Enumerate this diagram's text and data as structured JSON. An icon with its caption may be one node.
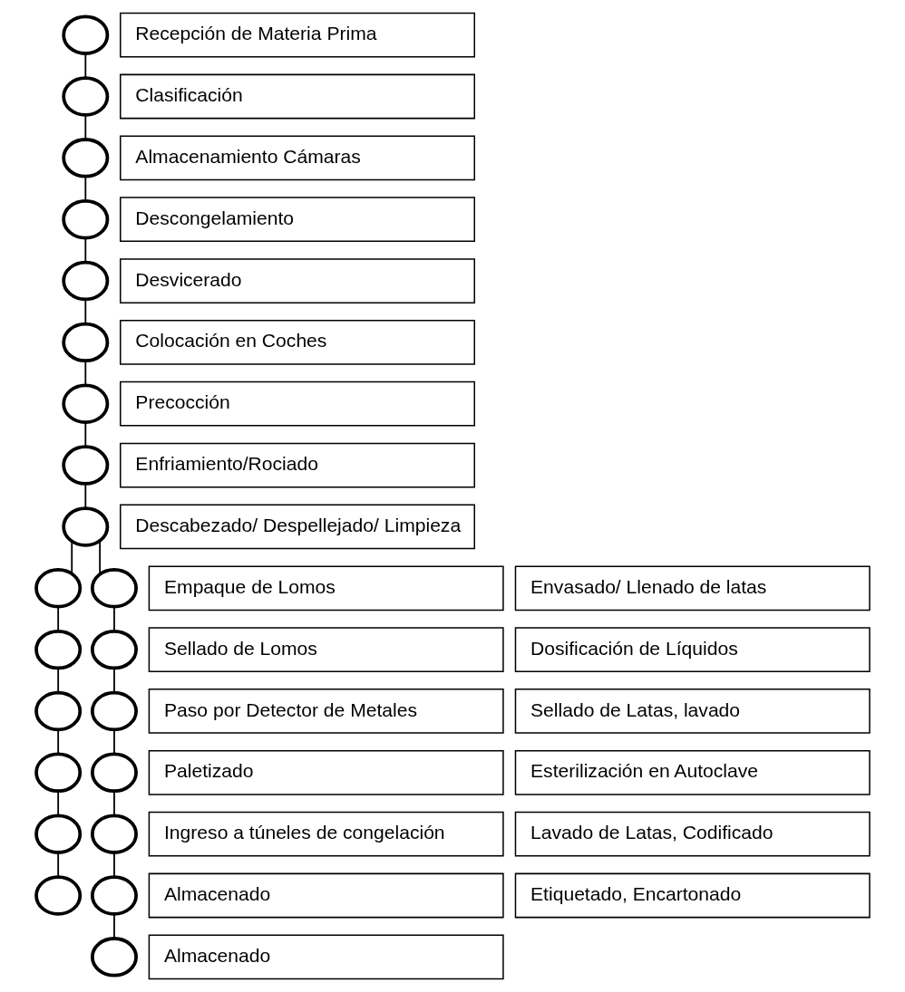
{
  "diagram": {
    "nodes": [
      {
        "text": [],
        "shape": "circle"
      },
      {
        "text": [
          "Recepción de Materia Prima"
        ]
      },
      {
        "text": [],
        "shape": "circle"
      },
      {
        "text": [
          "Clasificación"
        ]
      },
      {
        "text": [],
        "shape": "circle"
      },
      {
        "text": [
          "Almacenamiento Cámaras"
        ]
      },
      {
        "text": [],
        "shape": "circle"
      },
      {
        "text": [
          "Descongelamiento"
        ]
      },
      {
        "text": [],
        "shape": "circle"
      },
      {
        "text": [
          "Desvicerado"
        ]
      },
      {
        "text": [],
        "shape": "circle"
      },
      {
        "text": [
          "Colocación en Coches"
        ]
      },
      {
        "text": [],
        "shape": "circle"
      },
      {
        "text": [
          "Precocción"
        ]
      },
      {
        "text": [],
        "shape": "circle"
      },
      {
        "text": [
          "Enfriamiento/Rociado"
        ]
      },
      {
        "text": [],
        "shape": "circle"
      },
      {
        "text": [
          "Descabezado/ Despellejado/ Limpieza"
        ]
      },
      {
        "text": [],
        "shape": "circle"
      },
      {
        "text": [
          "Empaque de Lomos"
        ]
      },
      {
        "text": [],
        "shape": "circle"
      },
      {
        "text": [
          "Sellado de Lomos"
        ]
      },
      {
        "text": [],
        "shape": "circle"
      },
      {
        "text": [
          "Paso por Detector de Metales"
        ]
      },
      {
        "text": [],
        "shape": "circle"
      },
      {
        "text": [
          "Paletizado"
        ]
      },
      {
        "text": [],
        "shape": "circle"
      },
      {
        "text": [
          "Ingreso a túneles de congelación"
        ]
      },
      {
        "text": [],
        "shape": "circle"
      },
      {
        "text": [
          "Almacenado"
        ]
      },
      {
        "text": [],
        "shape": "circle"
      },
      {
        "text": [
          "Envasado/ Llenado de latas"
        ]
      },
      {
        "text": [],
        "shape": "circle"
      },
      {
        "text": [
          "Dosificación de Líquidos"
        ]
      },
      {
        "text": [],
        "shape": "circle"
      },
      {
        "text": [
          "Sellado de Latas, lavado"
        ]
      },
      {
        "text": [],
        "shape": "circle"
      },
      {
        "text": [
          "Esterilización en Autoclave"
        ]
      },
      {
        "text": [],
        "shape": "circle"
      },
      {
        "text": [
          "Lavado de Latas, Codificado"
        ]
      },
      {
        "text": [],
        "shape": "circle"
      },
      {
        "text": [
          "Etiquetado, Encartonado"
        ]
      },
      {
        "text": [],
        "shape": "circle"
      },
      {
        "text": [
          "Almacenado"
        ]
      }
    ],
    "edges": [
      {
        "from": 0,
        "to": 2,
        "arrow": "none"
      },
      {
        "from": 2,
        "to": 4,
        "arrow": "none"
      },
      {
        "from": 4,
        "to": 6,
        "arrow": "none"
      },
      {
        "from": 6,
        "to": 8,
        "arrow": "none"
      },
      {
        "from": 8,
        "to": 10,
        "arrow": "none"
      },
      {
        "from": 10,
        "to": 12,
        "arrow": "none"
      },
      {
        "from": 12,
        "to": 14,
        "arrow": "none"
      },
      {
        "from": 14,
        "to": 16,
        "arrow": "none"
      },
      {
        "from": 16,
        "to": 18,
        "arrow": "none"
      },
      {
        "from": 16,
        "to": 30,
        "arrow": "none"
      },
      {
        "from": 18,
        "to": 20,
        "arrow": "none"
      },
      {
        "from": 20,
        "to": 22,
        "arrow": "none"
      },
      {
        "from": 22,
        "to": 24,
        "arrow": "none"
      },
      {
        "from": 24,
        "to": 26,
        "arrow": "none"
      },
      {
        "from": 26,
        "to": 28,
        "arrow": "none"
      },
      {
        "from": 30,
        "to": 32,
        "arrow": "none"
      },
      {
        "from": 32,
        "to": 34,
        "arrow": "none"
      },
      {
        "from": 34,
        "to": 36,
        "arrow": "none"
      },
      {
        "from": 36,
        "to": 38,
        "arrow": "none"
      },
      {
        "from": 38,
        "to": 40,
        "arrow": "none"
      },
      {
        "from": 40,
        "to": 42,
        "arrow": "none"
      }
    ]
  }
}
